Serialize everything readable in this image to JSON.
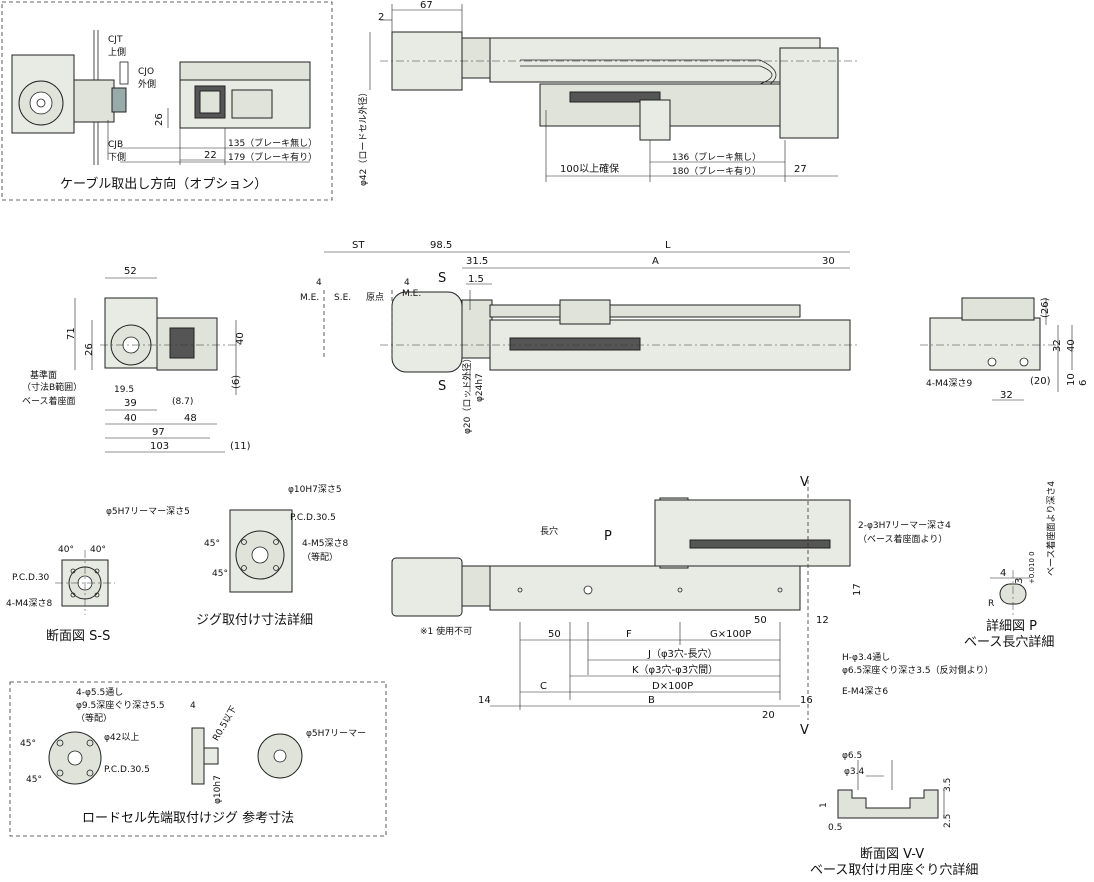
{
  "panels": {
    "cable_option": {
      "caption": "ケーブル取出し方向（オプション）",
      "cjt": "CJT",
      "cjt_sub": "上側",
      "cjo": "CJO",
      "cjo_sub": "外側",
      "cjb": "CJB",
      "cjb_sub": "下側",
      "dim_26": "26",
      "dim_22": "22",
      "dim_135": "135（ブレーキ無し）",
      "dim_179": "179（ブレーキ有り）"
    },
    "top_view": {
      "dim_2": "2",
      "dim_67": "67",
      "dim_phi42": "φ42（ロードセル外径）",
      "dim_100": "100以上確保",
      "dim_136": "136（ブレーキ無し）",
      "dim_180": "180（ブレーキ有り）",
      "dim_27": "27"
    },
    "front_view": {
      "st": "ST",
      "d985": "98.5",
      "l": "L",
      "d315": "31.5",
      "a": "A",
      "d30": "30",
      "d15": "1.5",
      "s_top": "S",
      "s_bot": "S",
      "me1": "M.E.",
      "se": "S.E.",
      "origin": "原点",
      "me2": "M.E.",
      "d4a": "4",
      "d4b": "4",
      "phi20": "φ20（ロッド外径）",
      "phi24": "φ24h7"
    },
    "left_view": {
      "d52": "52",
      "d71": "71",
      "d26": "26",
      "d40": "40",
      "d6": "(6)",
      "ref": "基準面",
      "ref_sub": "（寸法B範囲）",
      "base": "ベース着座面",
      "d195": "19.5",
      "d87": "(8.7)",
      "d39": "39",
      "d40b": "40",
      "d48": "48",
      "d97": "97",
      "d103": "103",
      "d11": "(11)"
    },
    "right_view": {
      "d26": "(26)",
      "d32": "32",
      "d40": "40",
      "d20": "(20)",
      "d10": "10",
      "d6": "6",
      "d32b": "32",
      "m4": "4-M4深さ9"
    },
    "section_ss": {
      "caption": "断面図 S-S",
      "a1": "40°",
      "a2": "40°",
      "pcd": "P.C.D.30",
      "m4": "4-M4深さ8"
    },
    "jig_detail": {
      "caption": "ジグ取付け寸法詳細",
      "phi5": "φ5H7リーマー深さ5",
      "phi10": "φ10H7深さ5",
      "pcd": "P.C.D.30.5",
      "m5": "4-M5深さ8",
      "m5_sub": "（等配）",
      "a45a": "45°",
      "a45b": "45°"
    },
    "bottom_view": {
      "v_top": "V",
      "v_bot": "V",
      "long_hole": "長穴",
      "p": "P",
      "reamer": "2-φ3H7リーマー深さ4",
      "reamer_sub": "（ベース着座面より）",
      "d17": "17",
      "note1": "※1 使用不可",
      "d50a": "50",
      "d50b": "50",
      "d12": "12",
      "f": "F",
      "g": "G×100P",
      "j": "J（φ3穴-長穴）",
      "k": "K（φ3穴-φ3穴間）",
      "c": "C",
      "d100": "D×100P",
      "b": "B",
      "h": "H-φ3.4通し",
      "h_sub": "φ6.5深座ぐり深さ3.5（反対側より）",
      "e": "E-M4深さ6",
      "d14": "14",
      "d16": "16",
      "d20": "20"
    },
    "detail_p": {
      "caption1": "詳細図 P",
      "caption2": "ベース長穴詳細",
      "d4": "4",
      "d3": "3",
      "tol": "+0.010 0",
      "depth": "ベース着座面より深さ4",
      "r": "R"
    },
    "rod_jig": {
      "caption": "ロードセル先端取付けジグ 参考寸法",
      "h1": "4-φ5.5通し",
      "h2": "φ9.5深座ぐり深さ5.5",
      "h3": "（等配）",
      "a45a": "45°",
      "a45b": "45°",
      "phi42": "φ42以上",
      "pcd": "P.C.D.30.5",
      "d4": "4",
      "r05": "R0.5以下",
      "phi10": "φ10h7",
      "phi5": "φ5H7リーマー"
    },
    "section_vv": {
      "caption1": "断面図 V-V",
      "caption2": "ベース取付け用座ぐり穴詳細",
      "phi65": "φ6.5",
      "phi34": "φ3.4",
      "d35": "3.5",
      "d25": "2.5",
      "d1": "1",
      "d05": "0.5"
    }
  }
}
